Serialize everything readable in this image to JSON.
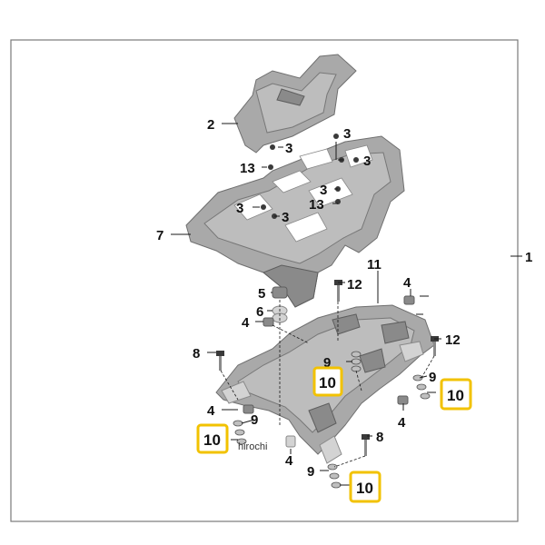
{
  "callouts": {
    "c1": "1",
    "c2": "2",
    "c3a": "3",
    "c3b": "3",
    "c3c": "3",
    "c3d": "3",
    "c3e": "3",
    "c3f": "3",
    "c4a": "4",
    "c4b": "4",
    "c4c": "4",
    "c4d": "4",
    "c4e": "4",
    "c5": "5",
    "c6": "6",
    "c7": "7",
    "c8a": "8",
    "c8b": "8",
    "c9a": "9",
    "c9b": "9",
    "c9c": "9",
    "c9d": "9",
    "c11": "11",
    "c12a": "12",
    "c12b": "12",
    "c13a": "13",
    "c13b": "13"
  },
  "highlights": {
    "h10a": "10",
    "h10b": "10",
    "h10c": "10",
    "h10d": "10"
  },
  "watermark": "hirochi",
  "colors": {
    "highlight": "#f2c200",
    "part_gray": "#a9a9a9"
  }
}
